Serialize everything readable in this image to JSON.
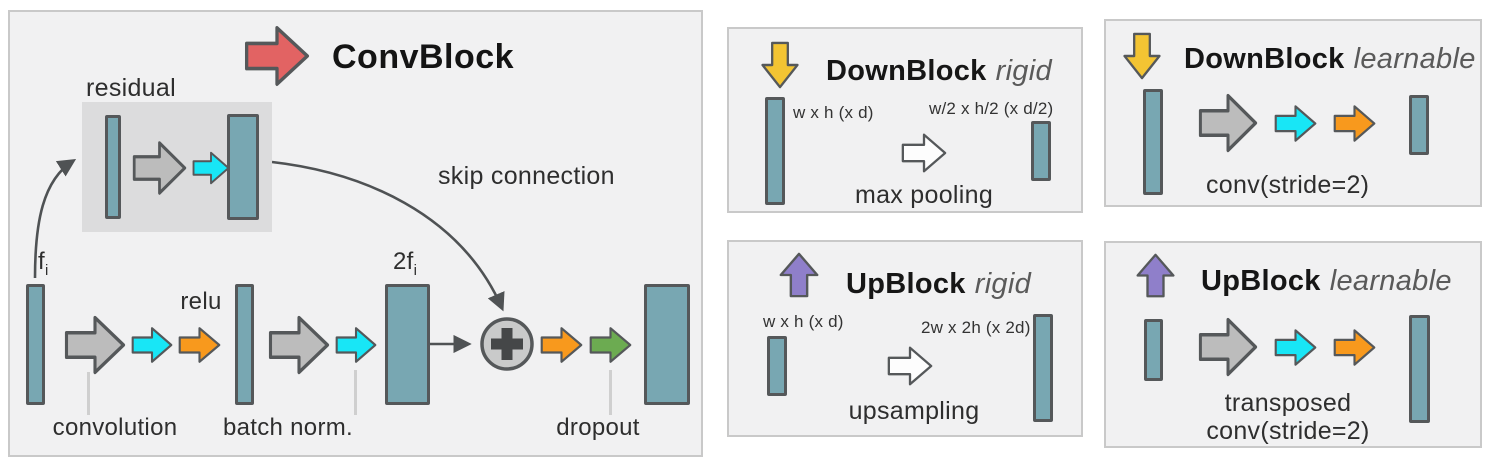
{
  "colors": {
    "teal": "#78a7b2",
    "arrow_gray": "#bcbcbc",
    "cyan": "#18e6f6",
    "orange": "#f8991d",
    "green": "#6cab51",
    "red": "#e26363",
    "yellow": "#f3c433",
    "purple": "#8f7fca",
    "white_arrow": "#fdfdfd",
    "stroke": "#55585a",
    "panel_bg": "#f1f1f2",
    "panel_border": "#c9c9c9",
    "residual_bg": "#dcdcdd",
    "sum_fill": "#c9caca",
    "sum_sign": "#454748",
    "label": "#2e2e2e",
    "connector": "#4f5254",
    "leader_line": "#cfcfcf"
  },
  "conv_block": {
    "title": "ConvBlock",
    "residual_label": "residual",
    "skip_label": "skip connection",
    "input_label": "f",
    "input_label_sub": "i",
    "output_label": "2f",
    "output_label_sub": "i",
    "relu_label": "relu",
    "convolution_label": "convolution",
    "batch_norm_label": "batch norm.",
    "dropout_label": "dropout"
  },
  "down_block_rigid": {
    "name": "DownBlock",
    "variant": "rigid",
    "input_dim": "w x h (x d)",
    "output_dim": "w/2 x h/2 (x d/2)",
    "operation": "max pooling"
  },
  "down_block_learnable": {
    "name": "DownBlock",
    "variant": "learnable",
    "operation": "conv(stride=2)"
  },
  "up_block_rigid": {
    "name": "UpBlock",
    "variant": "rigid",
    "input_dim": "w x h (x d)",
    "output_dim": "2w x 2h (x 2d)",
    "operation": "upsampling"
  },
  "up_block_learnable": {
    "name": "UpBlock",
    "variant": "learnable",
    "operation_line1": "transposed",
    "operation_line2": "conv(stride=2)"
  }
}
